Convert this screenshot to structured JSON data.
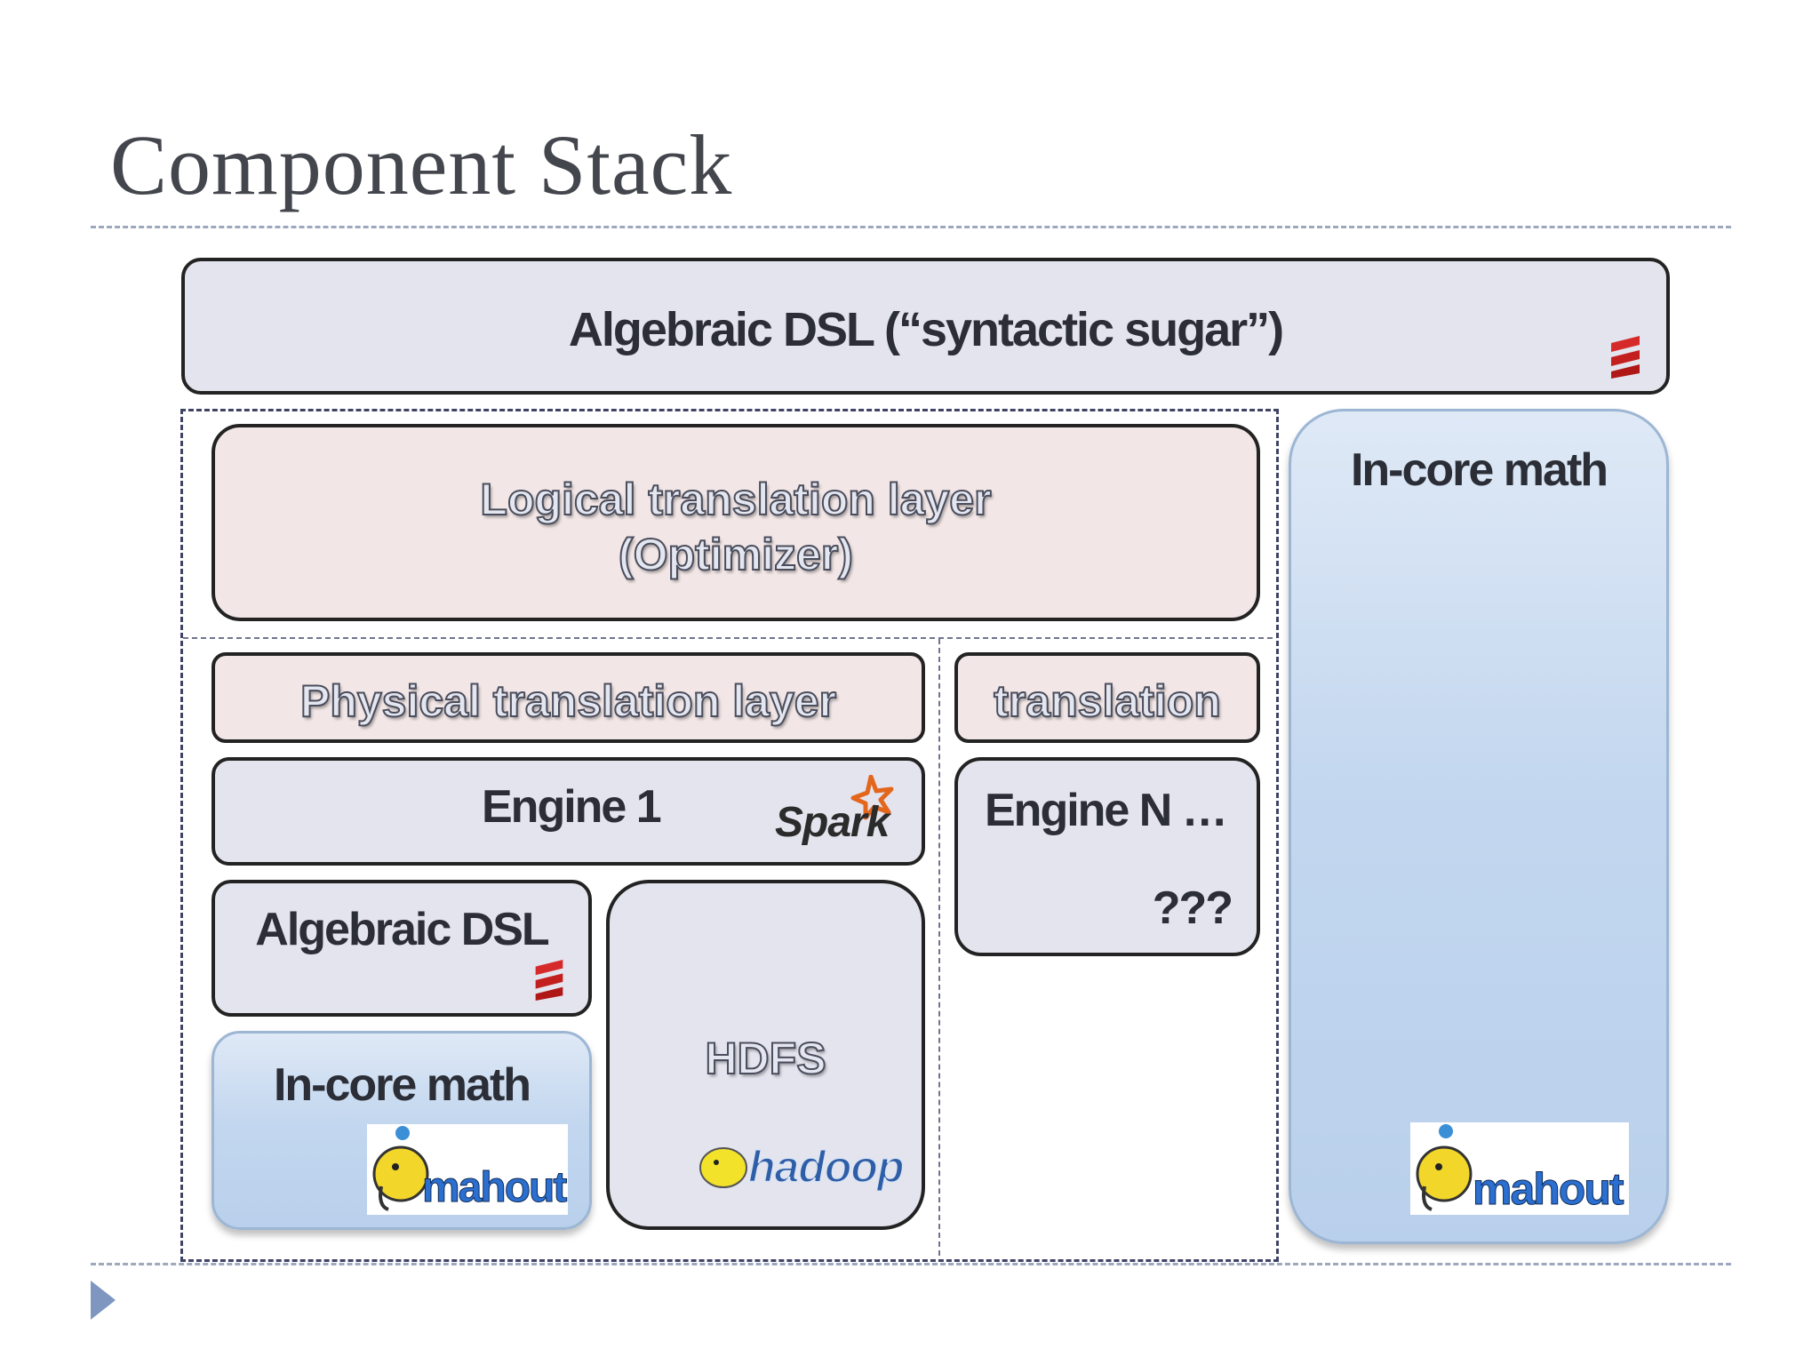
{
  "title": "Component Stack",
  "blocks": {
    "top_dsl": "Algebraic DSL (“syntactic sugar”)",
    "logical": [
      "Logical translation layer",
      "(Optimizer)"
    ],
    "physical": "Physical translation layer",
    "translation": "translation",
    "engine1": "Engine 1",
    "engineN": "Engine N …",
    "engineN_unknown": "???",
    "algebraic_dsl": "Algebraic DSL",
    "incore_small": "In-core math",
    "hdfs": "HDFS",
    "incore_large": "In-core math"
  },
  "logos": {
    "spark": "Spark",
    "hadoop": "hadoop",
    "mahout": "mahout",
    "scala": "scala-logo"
  },
  "colors": {
    "gray_box": "#e4e4ee",
    "pink_box": "#f2e6e6",
    "blue_box": "#c3d7ef",
    "scala_red": "#d62a2a",
    "spark_orange": "#e3661d"
  }
}
